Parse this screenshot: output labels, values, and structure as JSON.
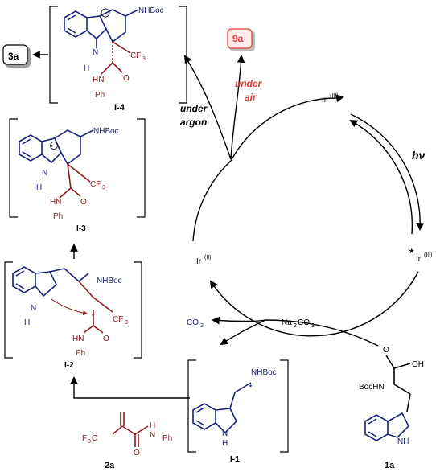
{
  "labels": {
    "intermediate_i4": "I-4",
    "intermediate_i3": "I-3",
    "intermediate_i2": "I-2",
    "intermediate_i1": "I-1",
    "product_3a": "3a",
    "product_9a": "9a",
    "reagent_2a": "2a",
    "reagent_1a": "1a",
    "under_argon_1": "under",
    "under_argon_2": "argon",
    "under_air_1": "under",
    "under_air_2": "air",
    "ir3": "Ir",
    "ir3_sup": "(III)",
    "ir3_excited_star": "*",
    "ir3_excited": "Ir",
    "ir3_excited_sup": "(III)",
    "ir2": "Ir",
    "ir2_sup": "(II)",
    "hv": "hν",
    "co2": "CO",
    "co2_sub": "2",
    "na2co3_a": "Na",
    "na2co3_sub1": "2",
    "na2co3_b": "CO",
    "na2co3_sub2": "3"
  },
  "atoms": {
    "nhboc": "NHBoc",
    "bochn": "BocHN",
    "cf3": "CF",
    "cf3_sub": "3",
    "n": "N",
    "h": "H",
    "nh": "NH",
    "hn": "HN",
    "ph": "Ph",
    "o": "O",
    "oh": "OH",
    "f3c": "F",
    "f3c_sub": "3",
    "f3c_c": "C",
    "minus": "−",
    "dot": "•"
  },
  "colors": {
    "navy": "#1a237e",
    "maroon": "#8b1a1a",
    "accent_red": "#e53935"
  }
}
